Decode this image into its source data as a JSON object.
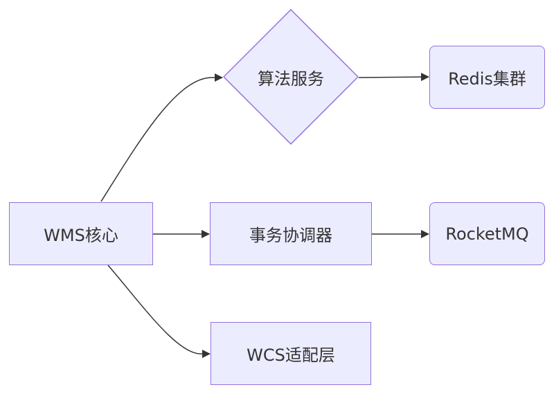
{
  "diagram": {
    "type": "flowchart",
    "colors": {
      "node_fill": "#ECECFF",
      "node_stroke": "#9370DB",
      "edge": "#333333",
      "text": "#333333"
    },
    "nodes": {
      "wms_core": {
        "label": "WMS核心",
        "shape": "rectangle"
      },
      "algorithm_service": {
        "label": "算法服务",
        "shape": "diamond"
      },
      "redis_cluster": {
        "label": "Redis集群",
        "shape": "rounded-rectangle"
      },
      "transaction_coordinator": {
        "label": "事务协调器",
        "shape": "rectangle"
      },
      "rocketmq": {
        "label": "RocketMQ",
        "shape": "rounded-rectangle"
      },
      "wcs_adapter": {
        "label": "WCS适配层",
        "shape": "rectangle"
      }
    },
    "edges": [
      {
        "from": "WMS核心",
        "to": "算法服务"
      },
      {
        "from": "WMS核心",
        "to": "事务协调器"
      },
      {
        "from": "WMS核心",
        "to": "WCS适配层"
      },
      {
        "from": "算法服务",
        "to": "Redis集群"
      },
      {
        "from": "事务协调器",
        "to": "RocketMQ"
      }
    ]
  }
}
